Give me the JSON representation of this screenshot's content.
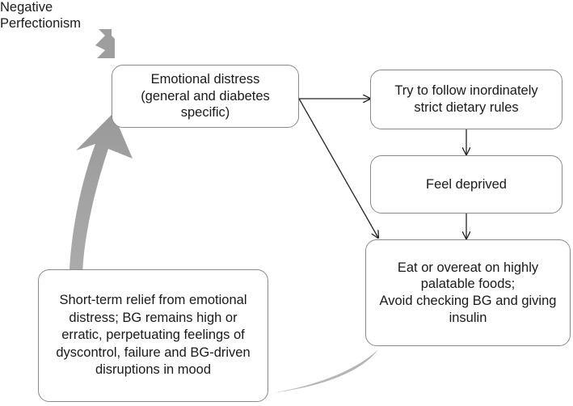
{
  "external_input": {
    "label": "Negative\nPerfectionism"
  },
  "nodes": {
    "emotional_distress": "Emotional distress\n(general and diabetes\nspecific)",
    "strict_rules": "Try to follow inordinately\nstrict dietary rules",
    "feel_deprived": "Feel deprived",
    "overeat": "Eat or overeat on highly\npalatable foods;\nAvoid checking BG and giving\ninsulin",
    "short_term_relief": "Short-term relief from emotional\ndistress; BG remains high or\nerratic, perpetuating feelings of\ndyscontrol, failure and BG-driven\ndisruptions in mood"
  },
  "colors": {
    "cycle_arrow": "#a9a9a9",
    "box_border": "#8a8a8a",
    "connector": "#222222"
  }
}
